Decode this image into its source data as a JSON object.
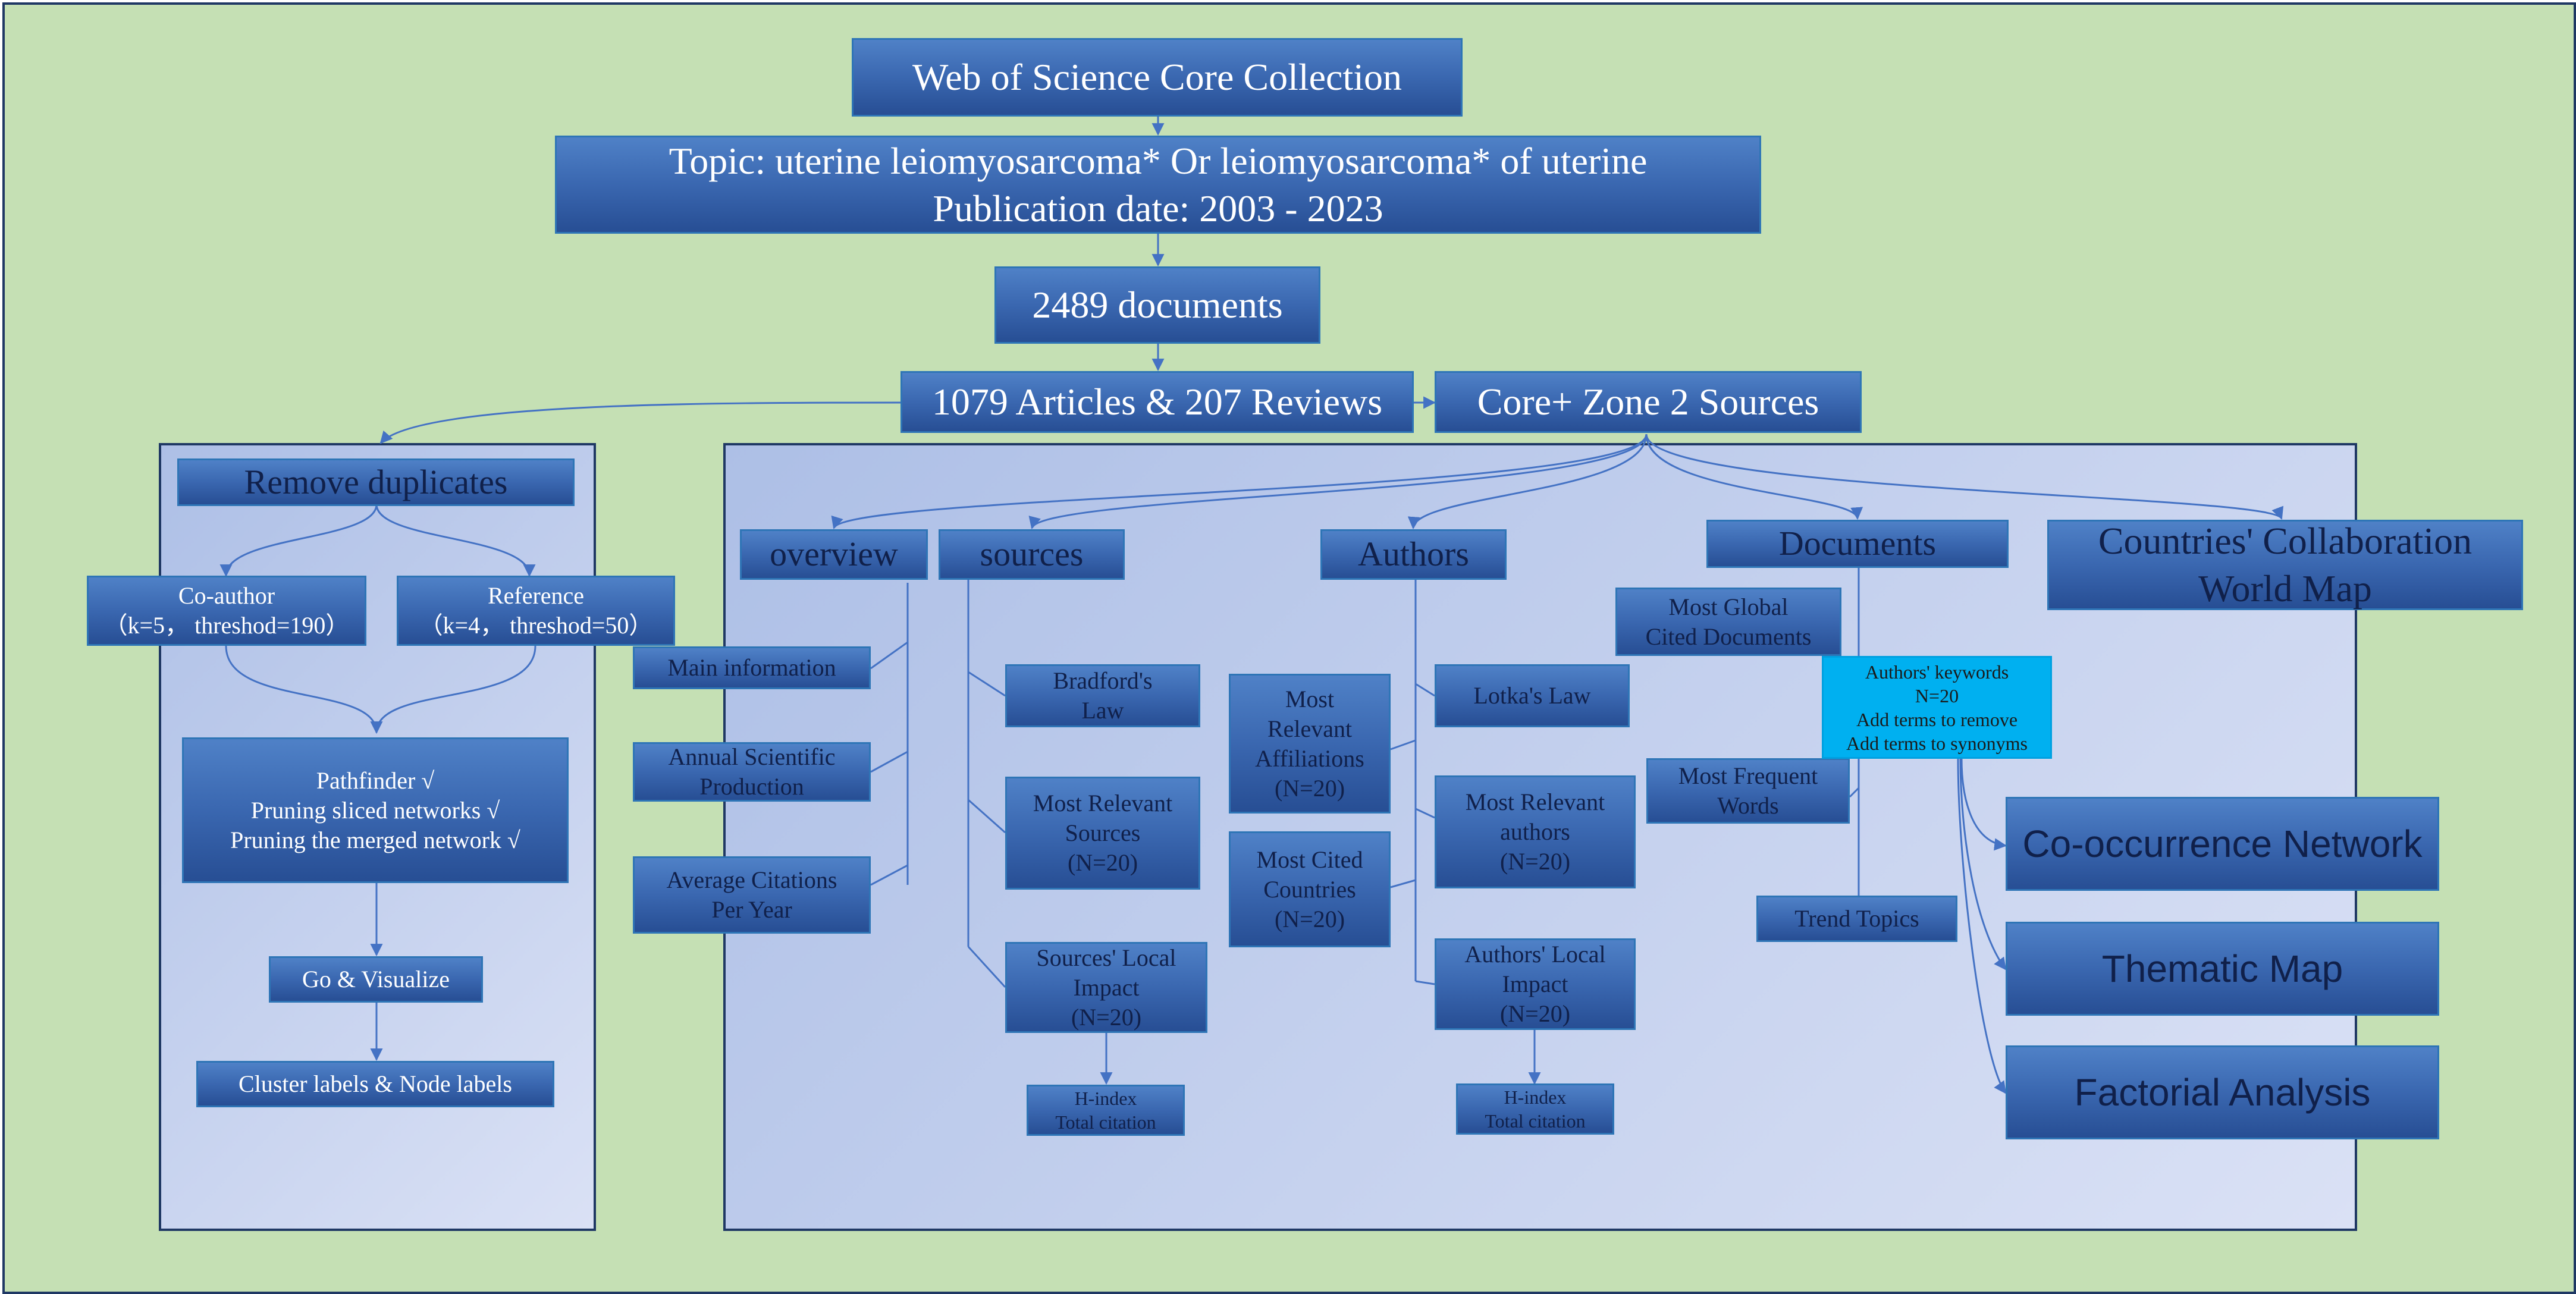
{
  "flow": {
    "wos": "Web of Science Core Collection",
    "topic": "Topic: uterine leiomyosarcoma* Or leiomyosarcoma* of uterine\nPublication date: 2003 - 2023",
    "documents": "2489 documents",
    "articles": "1079 Articles & 207 Reviews",
    "core_zone": "Core+ Zone 2 Sources"
  },
  "citespace": {
    "remove_duplicates": "Remove duplicates",
    "coauthor": "Co-author\n（k=5， threshod=190）",
    "reference": "Reference\n（k=4， threshod=50）",
    "pruning": "Pathfinder √\nPruning sliced networks √\nPruning the merged network √",
    "go_visualize": "Go & Visualize",
    "cluster_labels": "Cluster labels & Node labels"
  },
  "bibliometrix": {
    "overview": {
      "title": "overview",
      "items": [
        "Main information",
        "Annual Scientific\nProduction",
        "Average Citations\nPer Year"
      ]
    },
    "sources": {
      "title": "sources",
      "items": [
        "Bradford's\nLaw",
        "Most Relevant\nSources\n(N=20)",
        "Sources' Local\nImpact\n(N=20)"
      ],
      "hindex": "H-index\nTotal citation"
    },
    "authors": {
      "title": "Authors",
      "left_items": [
        "Most\nRelevant\nAffiliations\n(N=20)",
        "Most Cited\nCountries\n(N=20)"
      ],
      "right_items": [
        "Lotka's Law",
        "Most Relevant\nauthors\n(N=20)",
        "Authors' Local\nImpact\n(N=20)"
      ],
      "hindex": "H-index\nTotal citation"
    },
    "documents": {
      "title": "Documents",
      "items": [
        "Most Global\nCited Documents",
        "Most Frequent\nWords",
        "Trend Topics"
      ],
      "keywords": "Authors' keywords\nN=20\nAdd terms to remove\nAdd terms to synonyms",
      "analyses": [
        "Co-occurrence Network",
        "Thematic Map",
        "Factorial Analysis"
      ]
    },
    "countries": "Countries' Collaboration\nWorld Map"
  },
  "colors": {
    "background": "#c5e0b4",
    "box_fill": "#3a67b0",
    "box_border": "#2e75b6",
    "keyword_box": "#00b0f0",
    "connector": "#4472c4"
  }
}
